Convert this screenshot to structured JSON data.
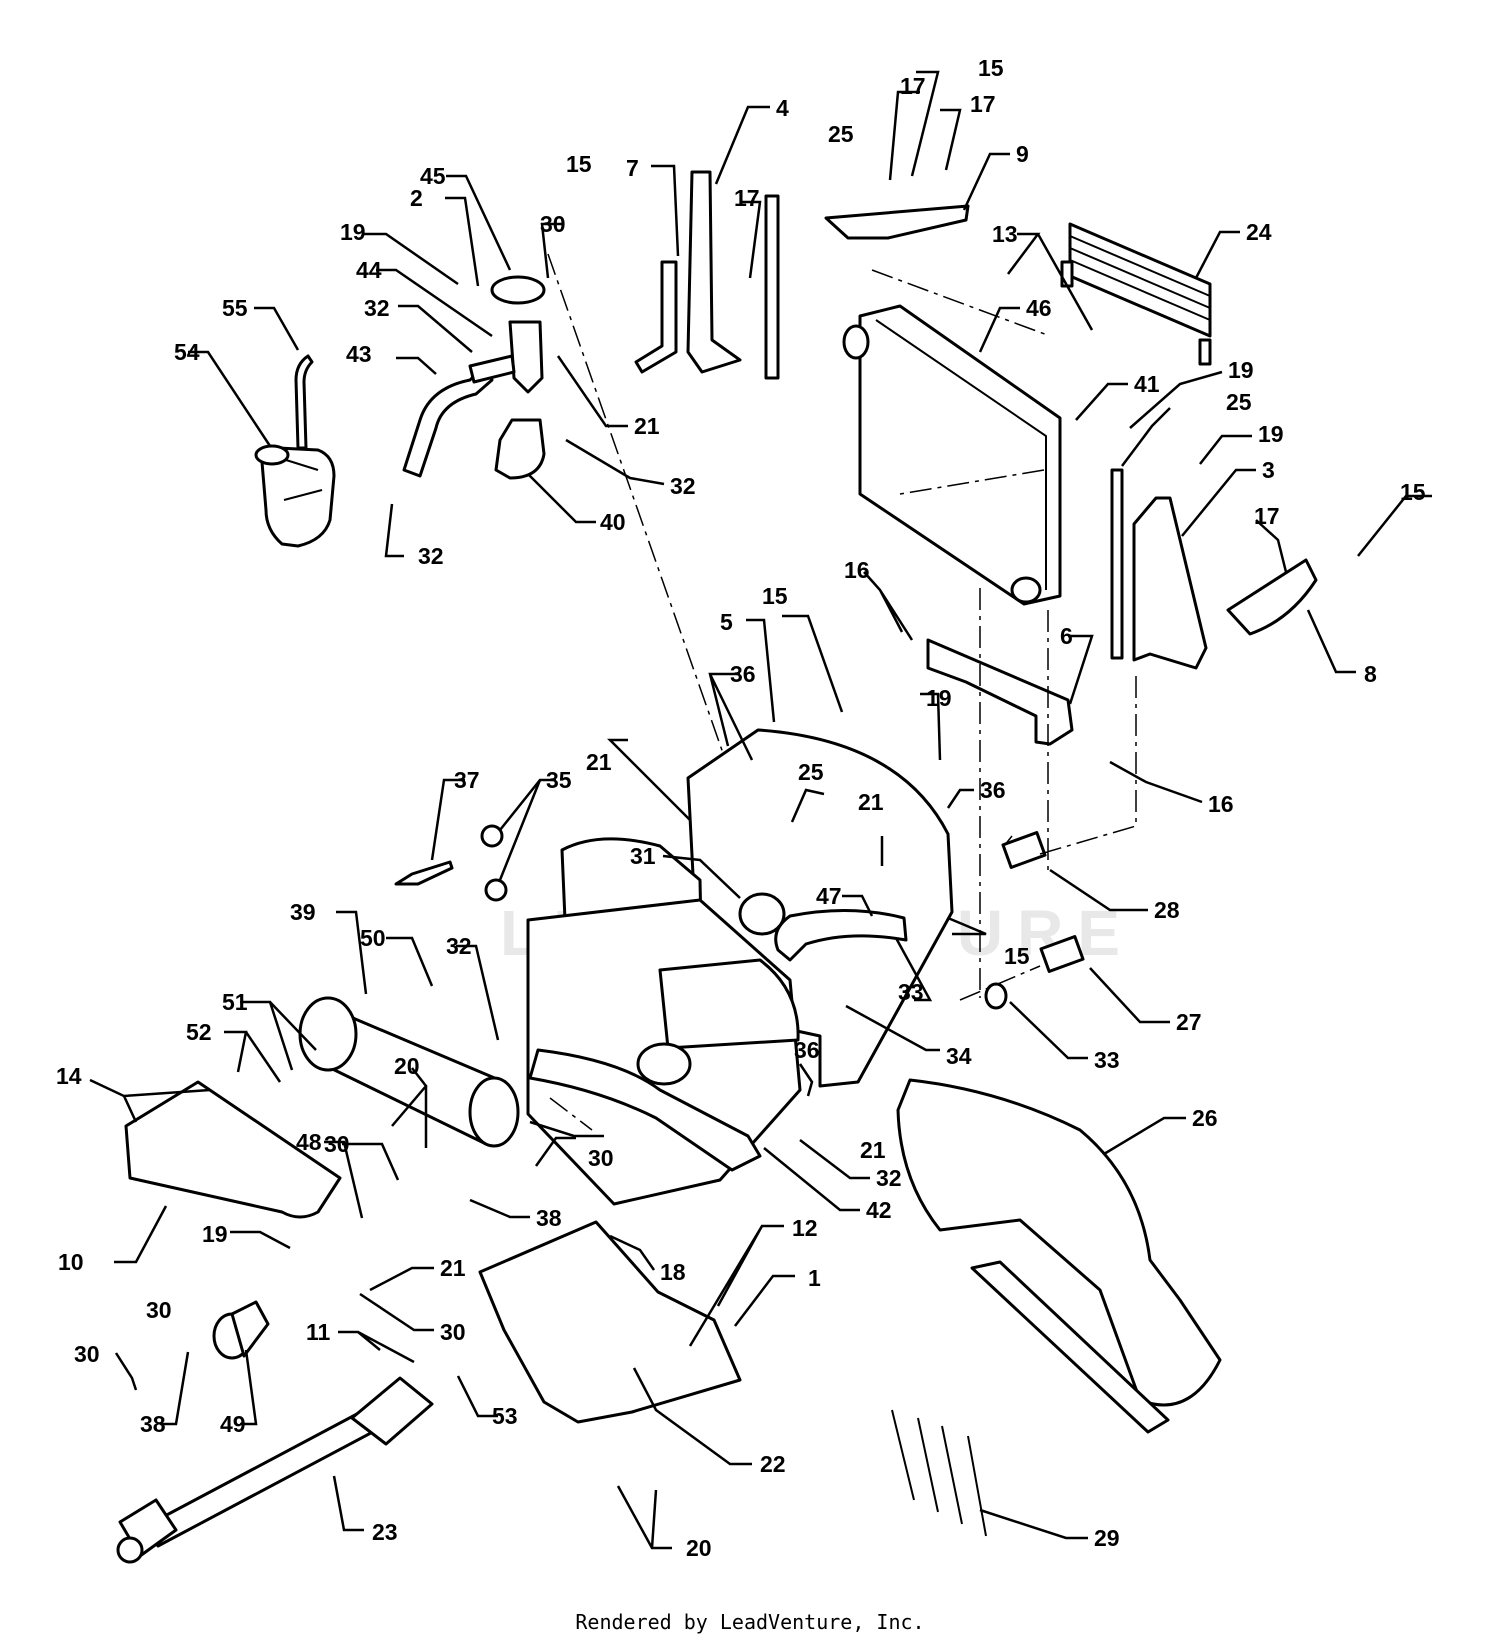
{
  "watermark": "LEADVENTURE",
  "footer": "Rendered by LeadVenture, Inc.",
  "callouts": [
    "1",
    "2",
    "3",
    "4",
    "5",
    "6",
    "7",
    "8",
    "9",
    "10",
    "11",
    "12",
    "13",
    "14",
    "15",
    "16",
    "17",
    "18",
    "19",
    "20",
    "21",
    "22",
    "23",
    "24",
    "25",
    "26",
    "27",
    "28",
    "29",
    "30",
    "31",
    "32",
    "33",
    "34",
    "35",
    "36",
    "37",
    "38",
    "39",
    "40",
    "41",
    "42",
    "43",
    "44",
    "45",
    "46",
    "47",
    "48",
    "49",
    "50",
    "51",
    "52",
    "53",
    "54",
    "55"
  ]
}
